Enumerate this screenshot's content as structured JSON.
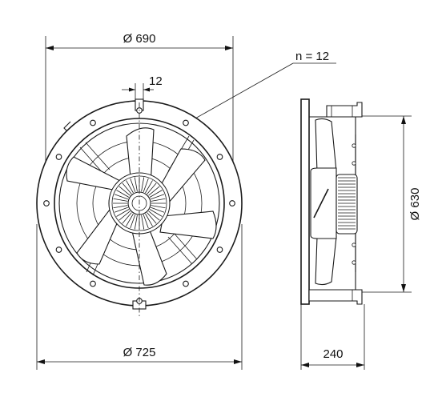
{
  "drawing": {
    "front_view": {
      "dim_top": "Ø 690",
      "dim_bottom": "Ø 725",
      "dim_slot": "12",
      "hole_count_label": "n = 12"
    },
    "side_view": {
      "dim_height": "Ø 630",
      "dim_depth": "240"
    }
  }
}
